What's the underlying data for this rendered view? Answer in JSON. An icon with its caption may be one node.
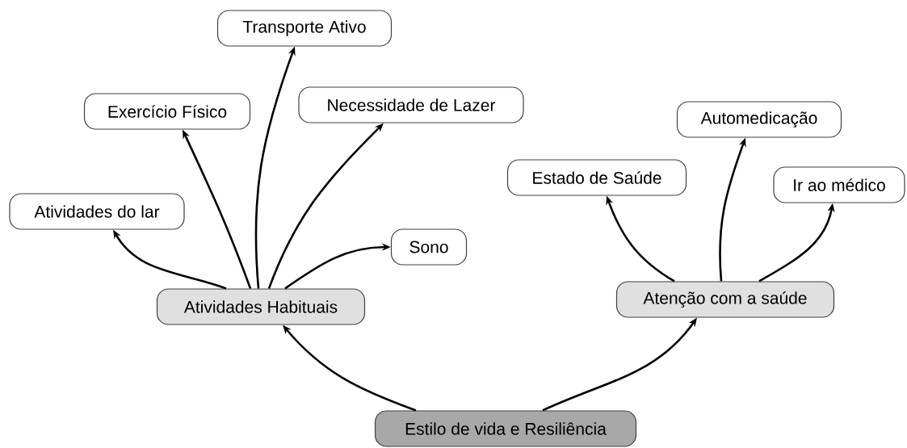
{
  "diagram": {
    "nodes": [
      {
        "text": [
          "Transporte Ativo"
        ]
      },
      {
        "text": [
          "Exercício Físico"
        ]
      },
      {
        "text": [
          "Necessidade de Lazer"
        ]
      },
      {
        "text": [
          "Automedicação"
        ]
      },
      {
        "text": [
          "Estado de Saúde"
        ]
      },
      {
        "text": [
          "Ir ao médico"
        ]
      },
      {
        "text": [
          "Atividades do lar"
        ]
      },
      {
        "text": [
          "Sono"
        ]
      },
      {
        "text": [
          "Atividades Habituais"
        ]
      },
      {
        "text": [
          "Atenção com a saúde"
        ]
      },
      {
        "text": [
          "Estilo de vida e Resiliência"
        ]
      }
    ],
    "edges": [
      {
        "from": 10,
        "to": 8,
        "arrow": "to"
      },
      {
        "from": 10,
        "to": 9,
        "arrow": "to"
      },
      {
        "from": 8,
        "to": 6,
        "arrow": "to"
      },
      {
        "from": 8,
        "to": 1,
        "arrow": "to"
      },
      {
        "from": 8,
        "to": 0,
        "arrow": "to"
      },
      {
        "from": 8,
        "to": 2,
        "arrow": "to"
      },
      {
        "from": 8,
        "to": 7,
        "arrow": "to"
      },
      {
        "from": 9,
        "to": 4,
        "arrow": "to"
      },
      {
        "from": 9,
        "to": 3,
        "arrow": "to"
      },
      {
        "from": 9,
        "to": 5,
        "arrow": "to"
      }
    ]
  }
}
